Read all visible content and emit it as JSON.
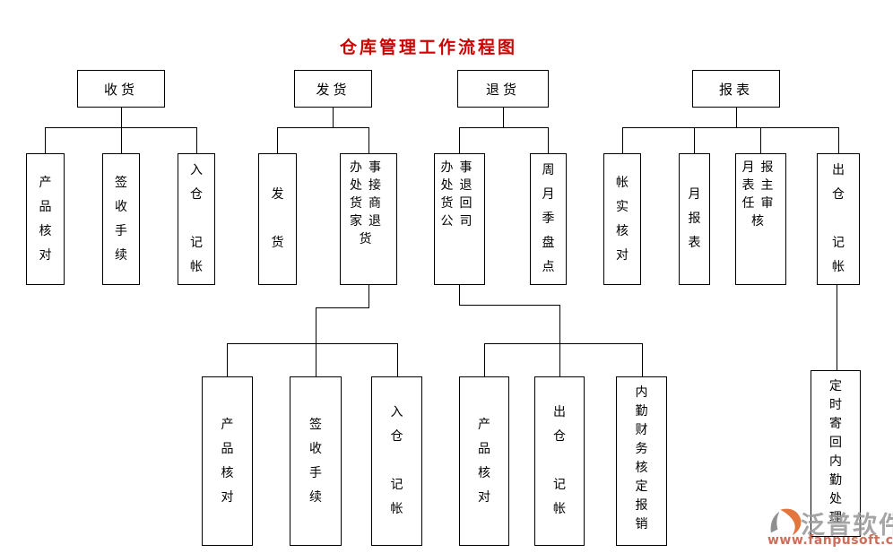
{
  "title": "仓库管理工作流程图",
  "groups": {
    "receiving": {
      "label": "收货",
      "children": [
        {
          "label": "产\n品\n核\n对"
        },
        {
          "label": "签\n收\n手\n续"
        },
        {
          "label": "入\n仓\n\n记\n帐"
        }
      ]
    },
    "dispatch": {
      "label": "发货",
      "children": [
        {
          "label": "发\n\n货"
        },
        {
          "label": "办事\n处接\n货商\n家退\n货"
        }
      ]
    },
    "returns": {
      "label": "退货",
      "children": [
        {
          "label": "办事\n处退\n货回\n公司"
        },
        {
          "label": "周\n月\n季\n盘\n点"
        }
      ]
    },
    "reports": {
      "label": "报表",
      "children": [
        {
          "label": "帐\n实\n核\n对"
        },
        {
          "label": "月\n报\n表"
        },
        {
          "label": "月报\n表主\n任审\n核"
        },
        {
          "label": "出\n仓\n\n记\n帐"
        }
      ]
    }
  },
  "sublevel": {
    "dispatch_tasks": [
      {
        "label": "产\n品\n核\n对"
      },
      {
        "label": "签\n收\n手\n续"
      },
      {
        "label": "入\n仓\n\n记\n帐"
      }
    ],
    "returns_tasks": [
      {
        "label": "产\n品\n核\n对"
      },
      {
        "label": "出\n仓\n\n记\n帐"
      },
      {
        "label": "内\n勤\n财\n务\n核\n定\n报\n销"
      }
    ],
    "reports_tasks": [
      {
        "label": "定\n时\n寄\n回\n内\n勤\n处\n理"
      }
    ]
  },
  "watermark": {
    "brand": "泛普软件",
    "url": "www.fanpusoft.com"
  },
  "colors": {
    "title_red": "#cc0000",
    "line_black": "#000000",
    "watermark_gray": "#999999",
    "watermark_url_red": "#cc6652",
    "logo_orange": "#e2763c",
    "logo_gray": "#8f8f8f"
  }
}
